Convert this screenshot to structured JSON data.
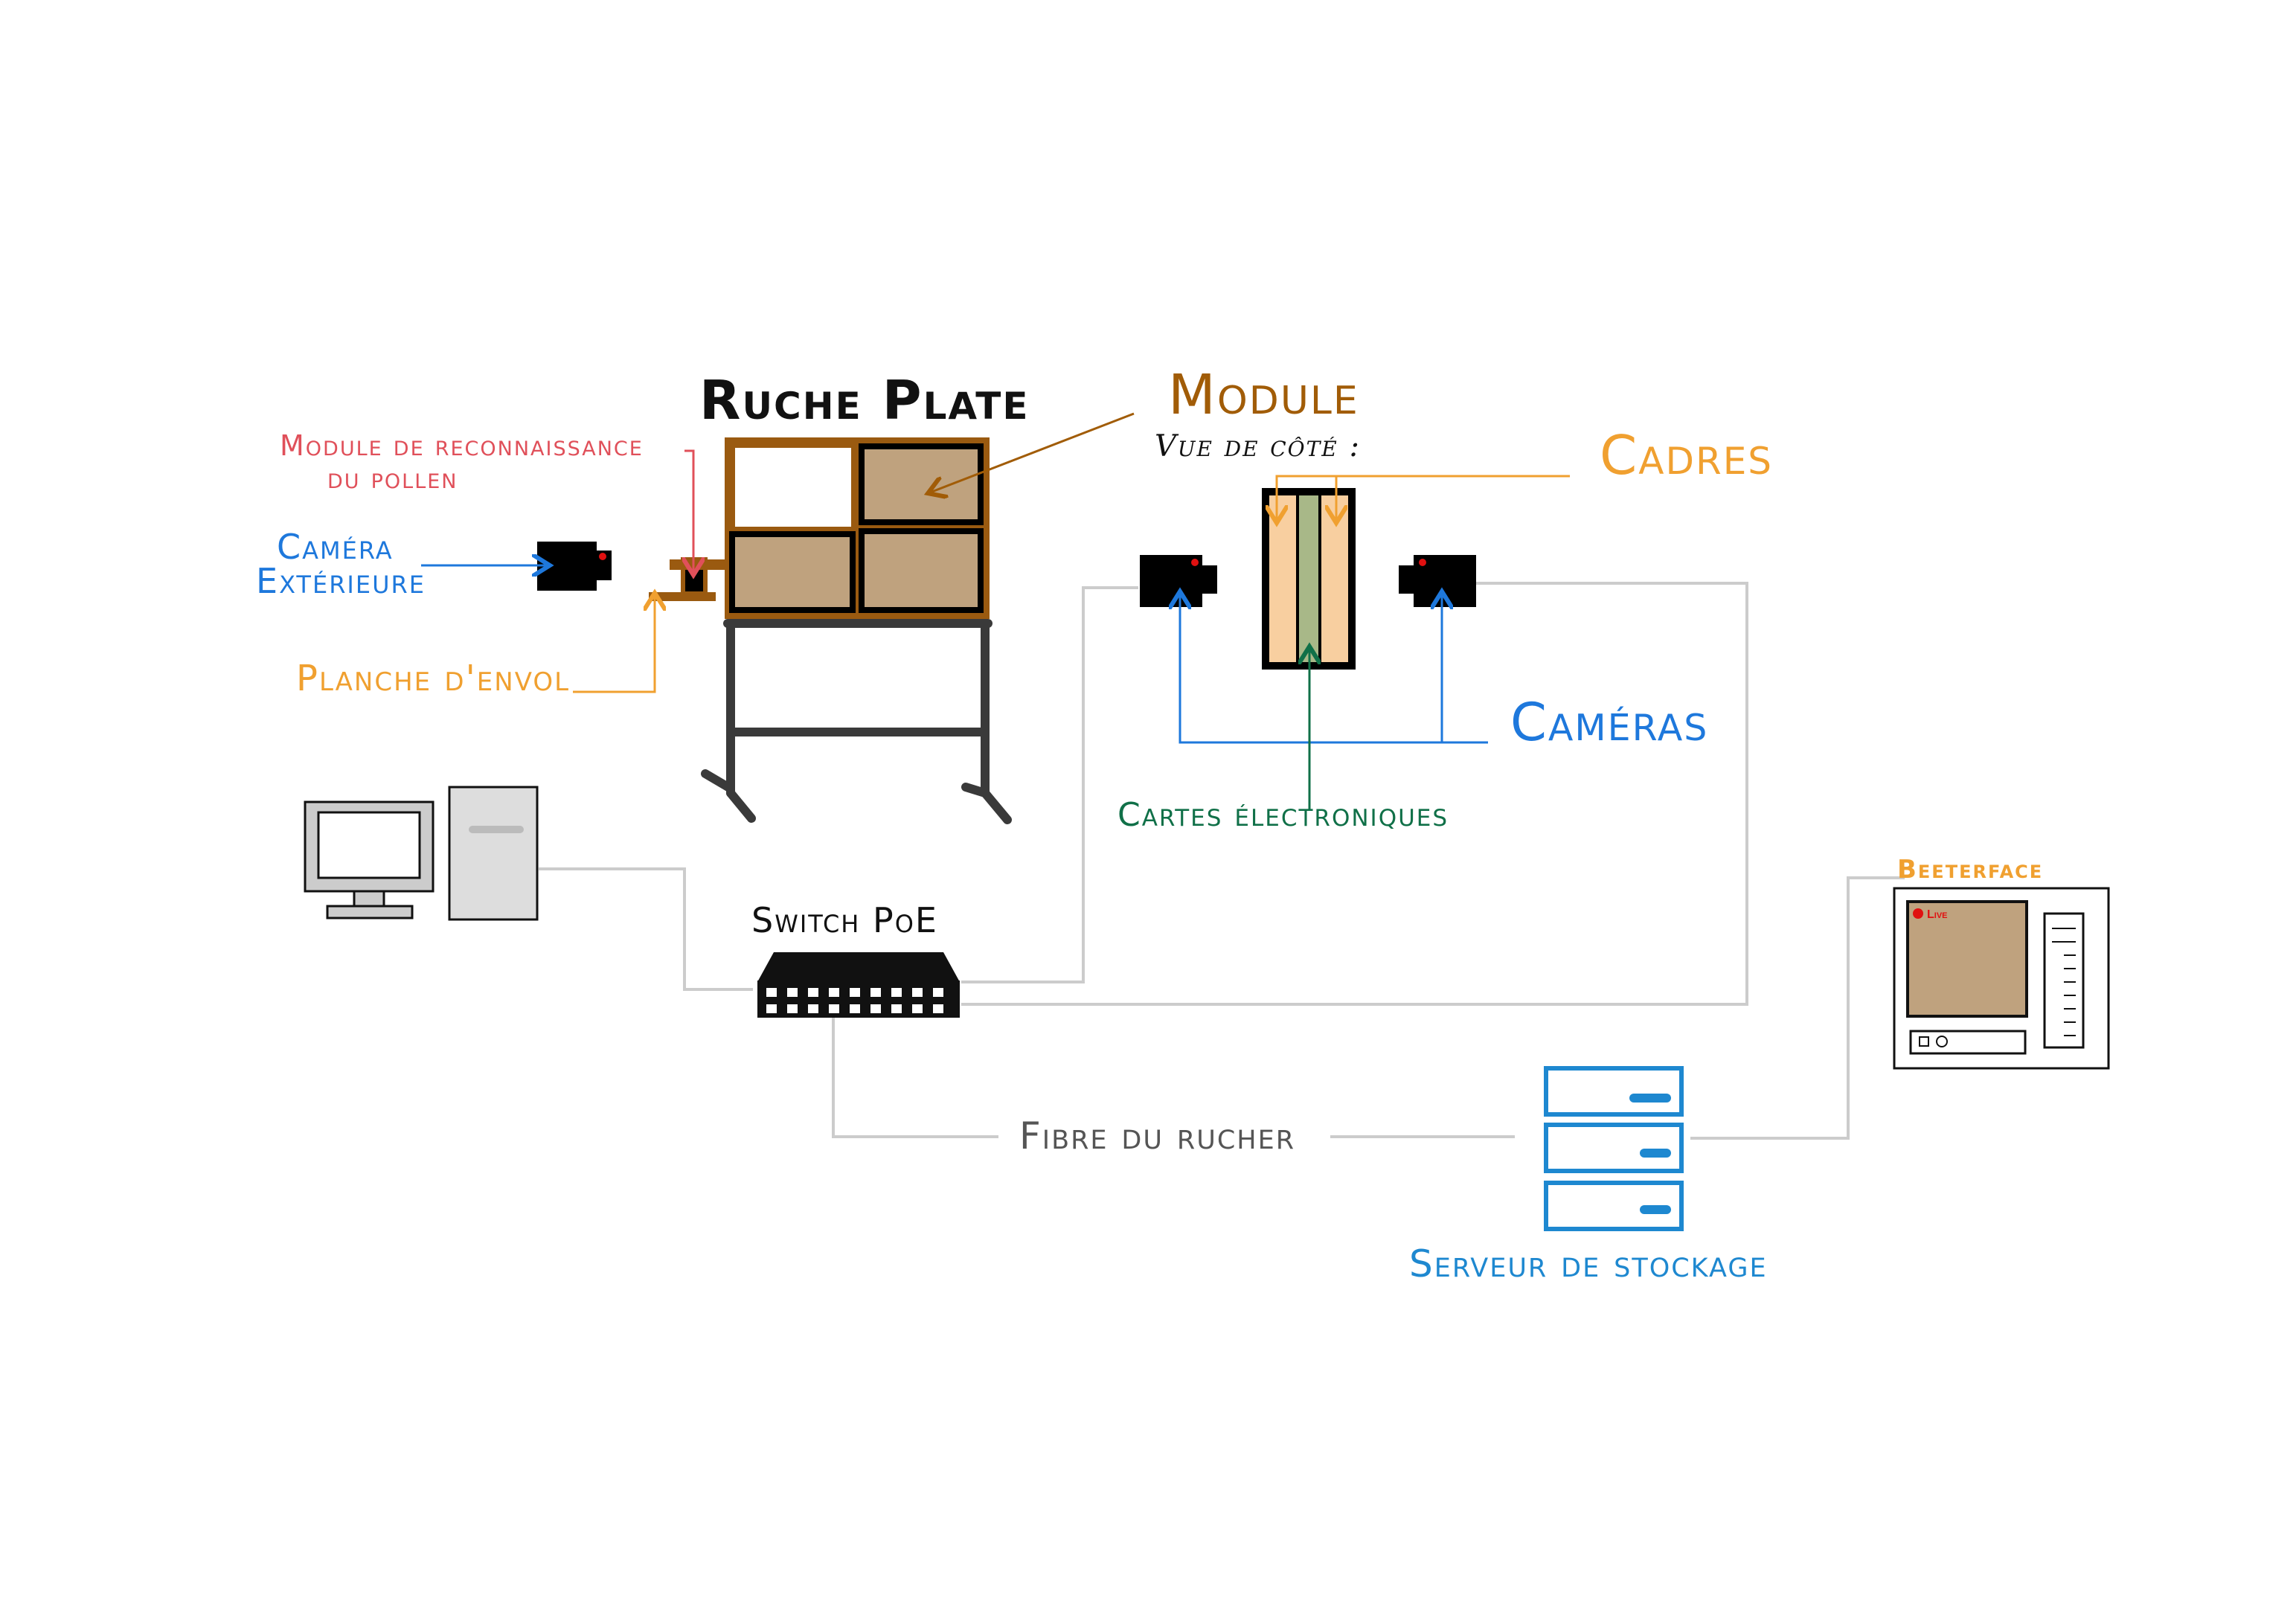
{
  "labels": {
    "hive_title": "Ruche Plate",
    "pollen_module_line1": "Module de reconnaissance",
    "pollen_module_line2": "du pollen",
    "outdoor_camera_line1": "Caméra",
    "outdoor_camera_line2": "Extérieure",
    "landing_board": "Planche d'envol",
    "module": "Module",
    "side_view": "Vue de côté :",
    "frames": "Cadres",
    "cameras": "Caméras",
    "electronic_boards": "Cartes électroniques",
    "switch": "Switch PoE",
    "fiber": "Fibre du rucher",
    "storage_server": "Serveur de stockage",
    "beeterface": "Beeterface",
    "live_badge": "Live"
  },
  "colors": {
    "hive_wood": "#9a5a10",
    "comb": "#bfa27e",
    "stand": "#3a3a3a",
    "frame_orange": "#f8cfa0",
    "electronics_green": "#a8b888",
    "network_line": "#cccccc",
    "server_blue": "#1e88d0",
    "camera_red": "#e01010"
  },
  "icons": {
    "computer": "desktop-computer-icon",
    "switch": "network-switch-icon",
    "server": "server-rack-icon",
    "camera": "camera-icon",
    "interface": "beeterface-screen-icon"
  }
}
